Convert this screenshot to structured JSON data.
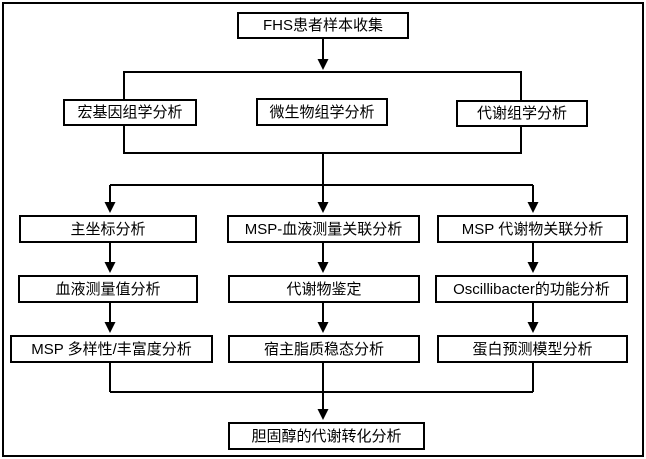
{
  "colors": {
    "stroke": "#000000",
    "background": "#ffffff",
    "text": "#000000"
  },
  "nodes": {
    "fhs_sample_collection": {
      "label": "FHS患者样本收集"
    },
    "metagenomics": {
      "label": "宏基因组学分析"
    },
    "microbiomics": {
      "label": "微生物组学分析"
    },
    "metabolomics": {
      "label": "代谢组学分析"
    },
    "pcoa": {
      "label": "主坐标分析"
    },
    "msp_blood_association": {
      "label": "MSP-血液测量关联分析"
    },
    "msp_metabolite_association": {
      "label": "MSP 代谢物关联分析"
    },
    "blood_measurement_analysis": {
      "label": "血液测量值分析"
    },
    "metabolite_identification": {
      "label": "代谢物鉴定"
    },
    "oscillibacter_function": {
      "label": "Oscillibacter的功能分析"
    },
    "msp_diversity_abundance": {
      "label": "MSP 多样性/丰富度分析"
    },
    "host_lipid_homeostasis": {
      "label": "宿主脂质稳态分析"
    },
    "protein_prediction_model": {
      "label": "蛋白预测模型分析"
    },
    "cholesterol_conversion": {
      "label": "胆固醇的代谢转化分析"
    }
  }
}
